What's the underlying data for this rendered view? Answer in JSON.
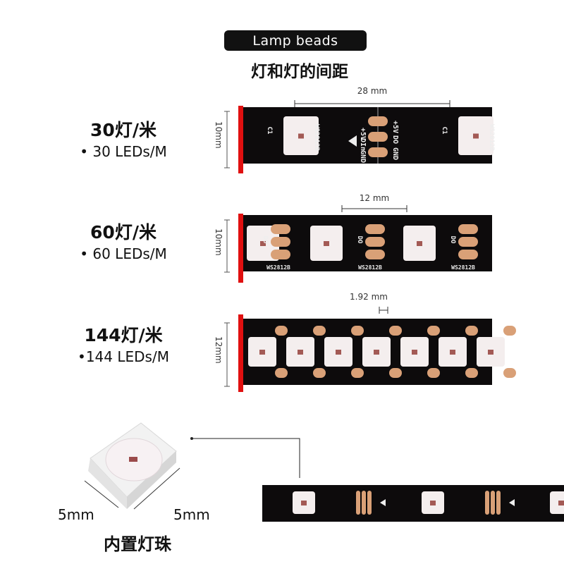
{
  "header": {
    "pill_label": "Lamp beads",
    "subtitle": "灯和灯的间距"
  },
  "rows": [
    {
      "label_cn": "30灯/米",
      "label_en": "• 30 LEDs/M",
      "spacing": "28 mm",
      "width": "10mm",
      "leds": 2
    },
    {
      "label_cn": "60灯/米",
      "label_en": "• 60 LEDs/M",
      "spacing": "12 mm",
      "width": "10mm",
      "leds": 3
    },
    {
      "label_cn": "144灯/米",
      "label_en": "•144 LEDs/M",
      "spacing": "1.92 mm",
      "width": "12mm",
      "leds": 7
    }
  ],
  "pcb_text": {
    "v5": "+5V",
    "din": "DIn",
    "do": "DO",
    "gnd": "GND",
    "cap": "C1",
    "chip": "WS2812B"
  },
  "chip": {
    "size_left": "5mm",
    "size_right": "5mm",
    "caption": "内置灯珠"
  },
  "colors": {
    "pcb": "#0d0b0c",
    "pad": "#d9a077",
    "cut_marker": "#e01010",
    "led": "#f4eeee"
  }
}
